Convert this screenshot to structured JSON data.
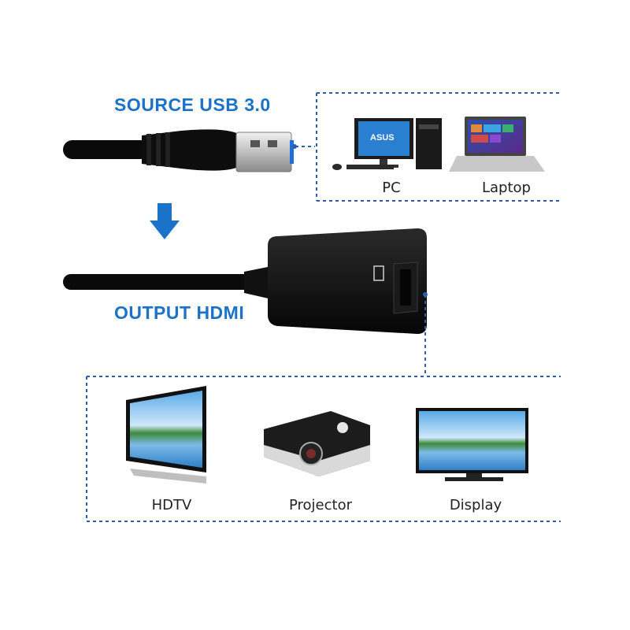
{
  "source": {
    "label": "SOURCE  USB 3.0",
    "devices": [
      {
        "name": "PC",
        "icon": "desktop-pc-icon"
      },
      {
        "name": "Laptop",
        "icon": "laptop-icon"
      }
    ],
    "monitor_brand": "ASUS"
  },
  "output": {
    "label": "OUTPUT  HDMI",
    "devices": [
      {
        "name": "HDTV",
        "icon": "hdtv-icon"
      },
      {
        "name": "Projector",
        "icon": "projector-icon"
      },
      {
        "name": "Display",
        "icon": "display-icon"
      }
    ]
  },
  "colors": {
    "accent_blue": "#1a73c8",
    "dashed_border": "#2a5fb0",
    "cable_black": "#0a0a0a",
    "usb_blue": "#1e6fd9"
  }
}
